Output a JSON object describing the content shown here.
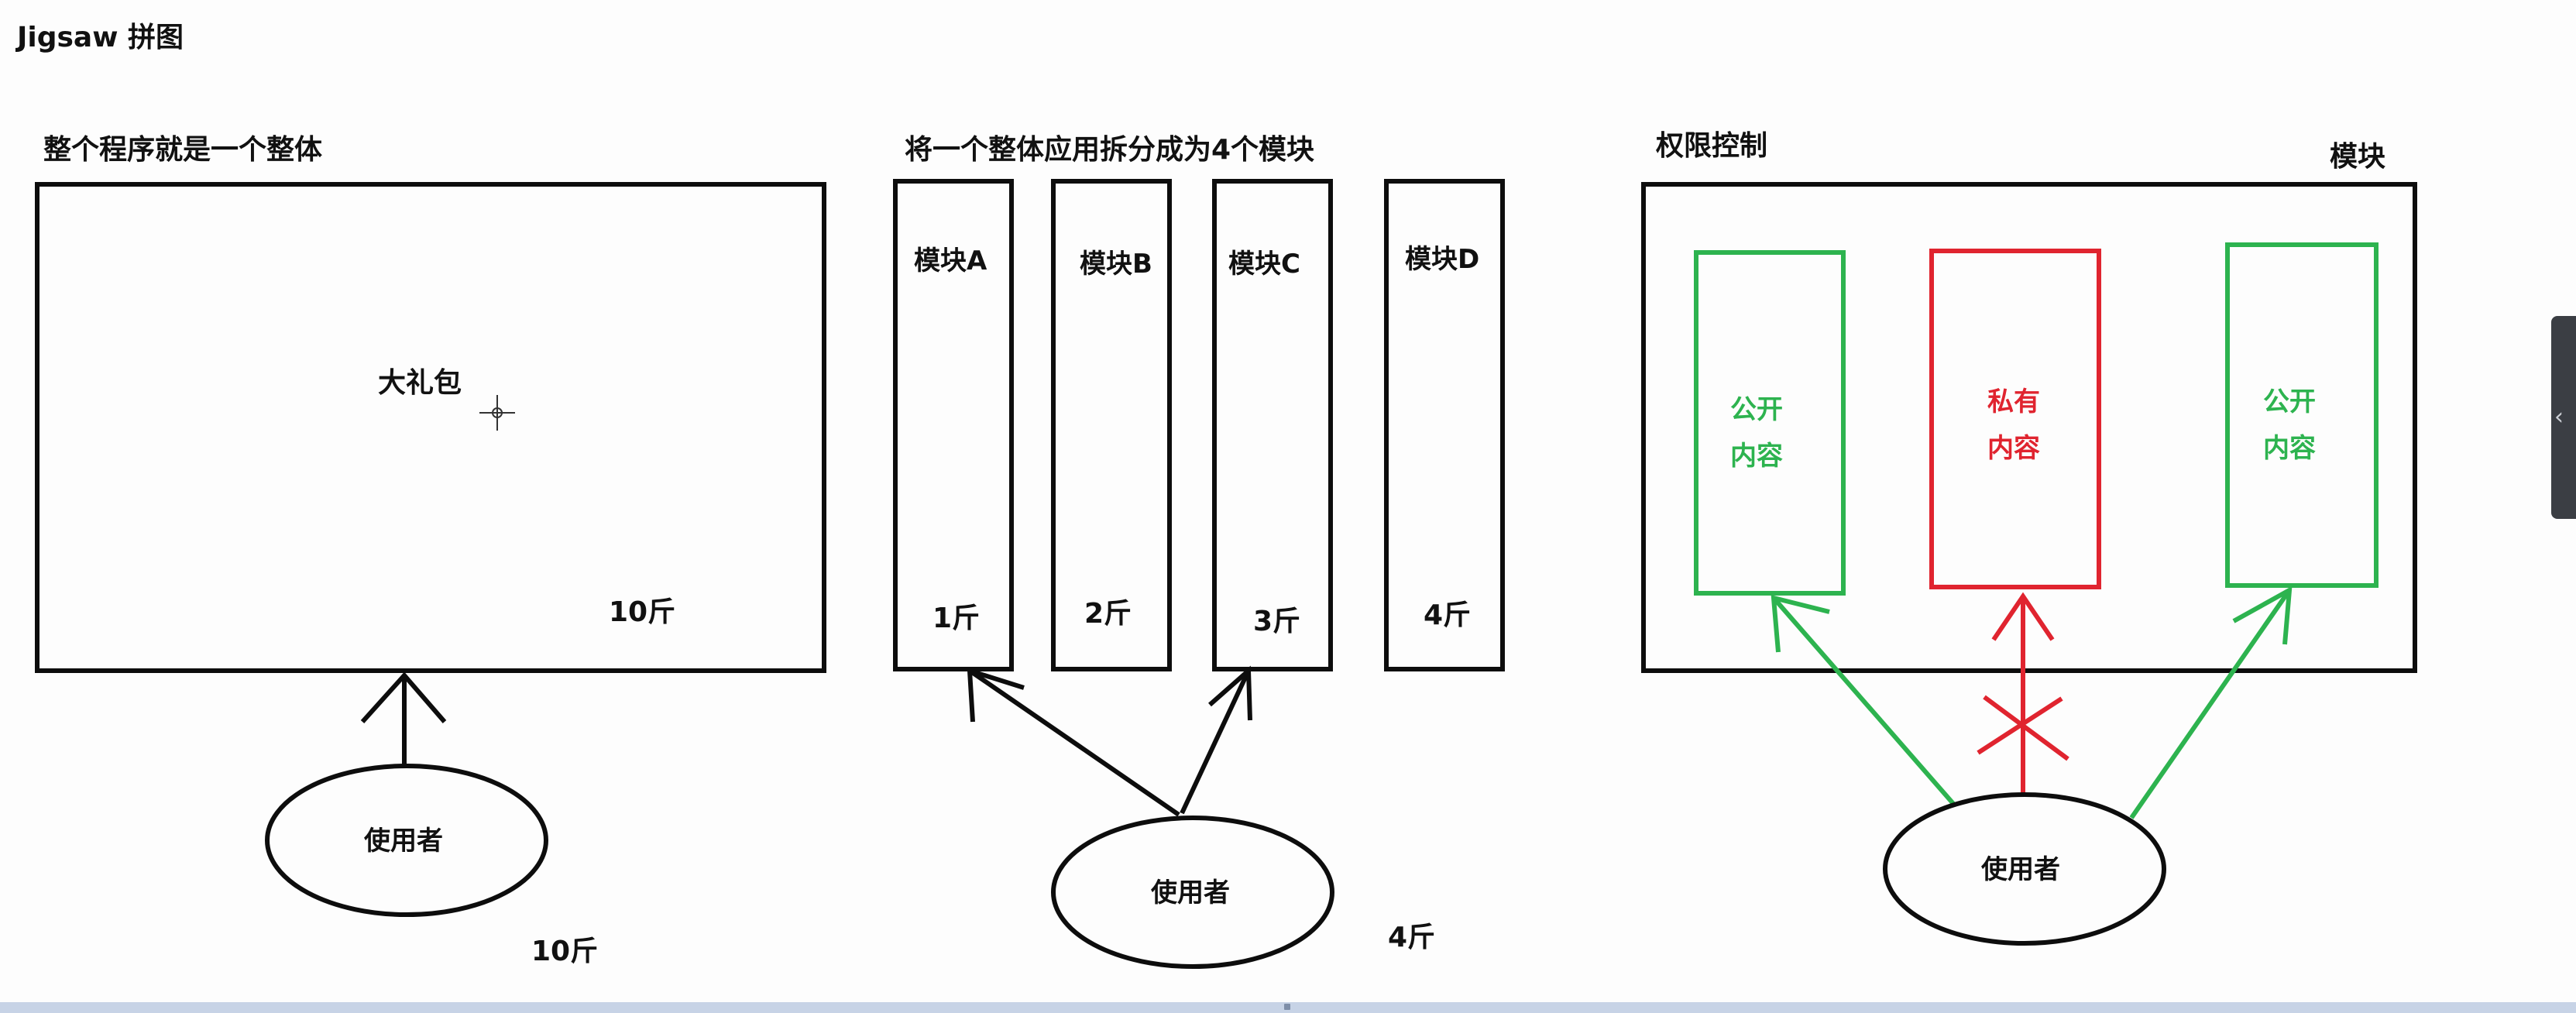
{
  "header": {
    "title": "Jigsaw 拼图"
  },
  "panel_whole": {
    "title": "整个程序就是一个整体",
    "center_label": "大礼包",
    "weight_inside": "10斤",
    "user_label": "使用者",
    "user_weight": "10斤"
  },
  "panel_split": {
    "title": "将一个整体应用拆分成为4个模块",
    "modules": [
      {
        "label": "模块A",
        "weight": "1斤"
      },
      {
        "label": "模块B",
        "weight": "2斤"
      },
      {
        "label": "模块C",
        "weight": "3斤"
      },
      {
        "label": "模块D",
        "weight": "4斤"
      }
    ],
    "user_label": "使用者",
    "user_weight": "4斤"
  },
  "panel_access": {
    "title": "权限控制",
    "module_label": "模块",
    "boxes": [
      {
        "line1": "公开",
        "line2": "内容",
        "kind": "public"
      },
      {
        "line1": "私有",
        "line2": "内容",
        "kind": "private"
      },
      {
        "line1": "公开",
        "line2": "内容",
        "kind": "public"
      }
    ],
    "user_label": "使用者"
  },
  "colors": {
    "public": "#2db34f",
    "private": "#e0242f",
    "ink": "#0d0d0d"
  }
}
